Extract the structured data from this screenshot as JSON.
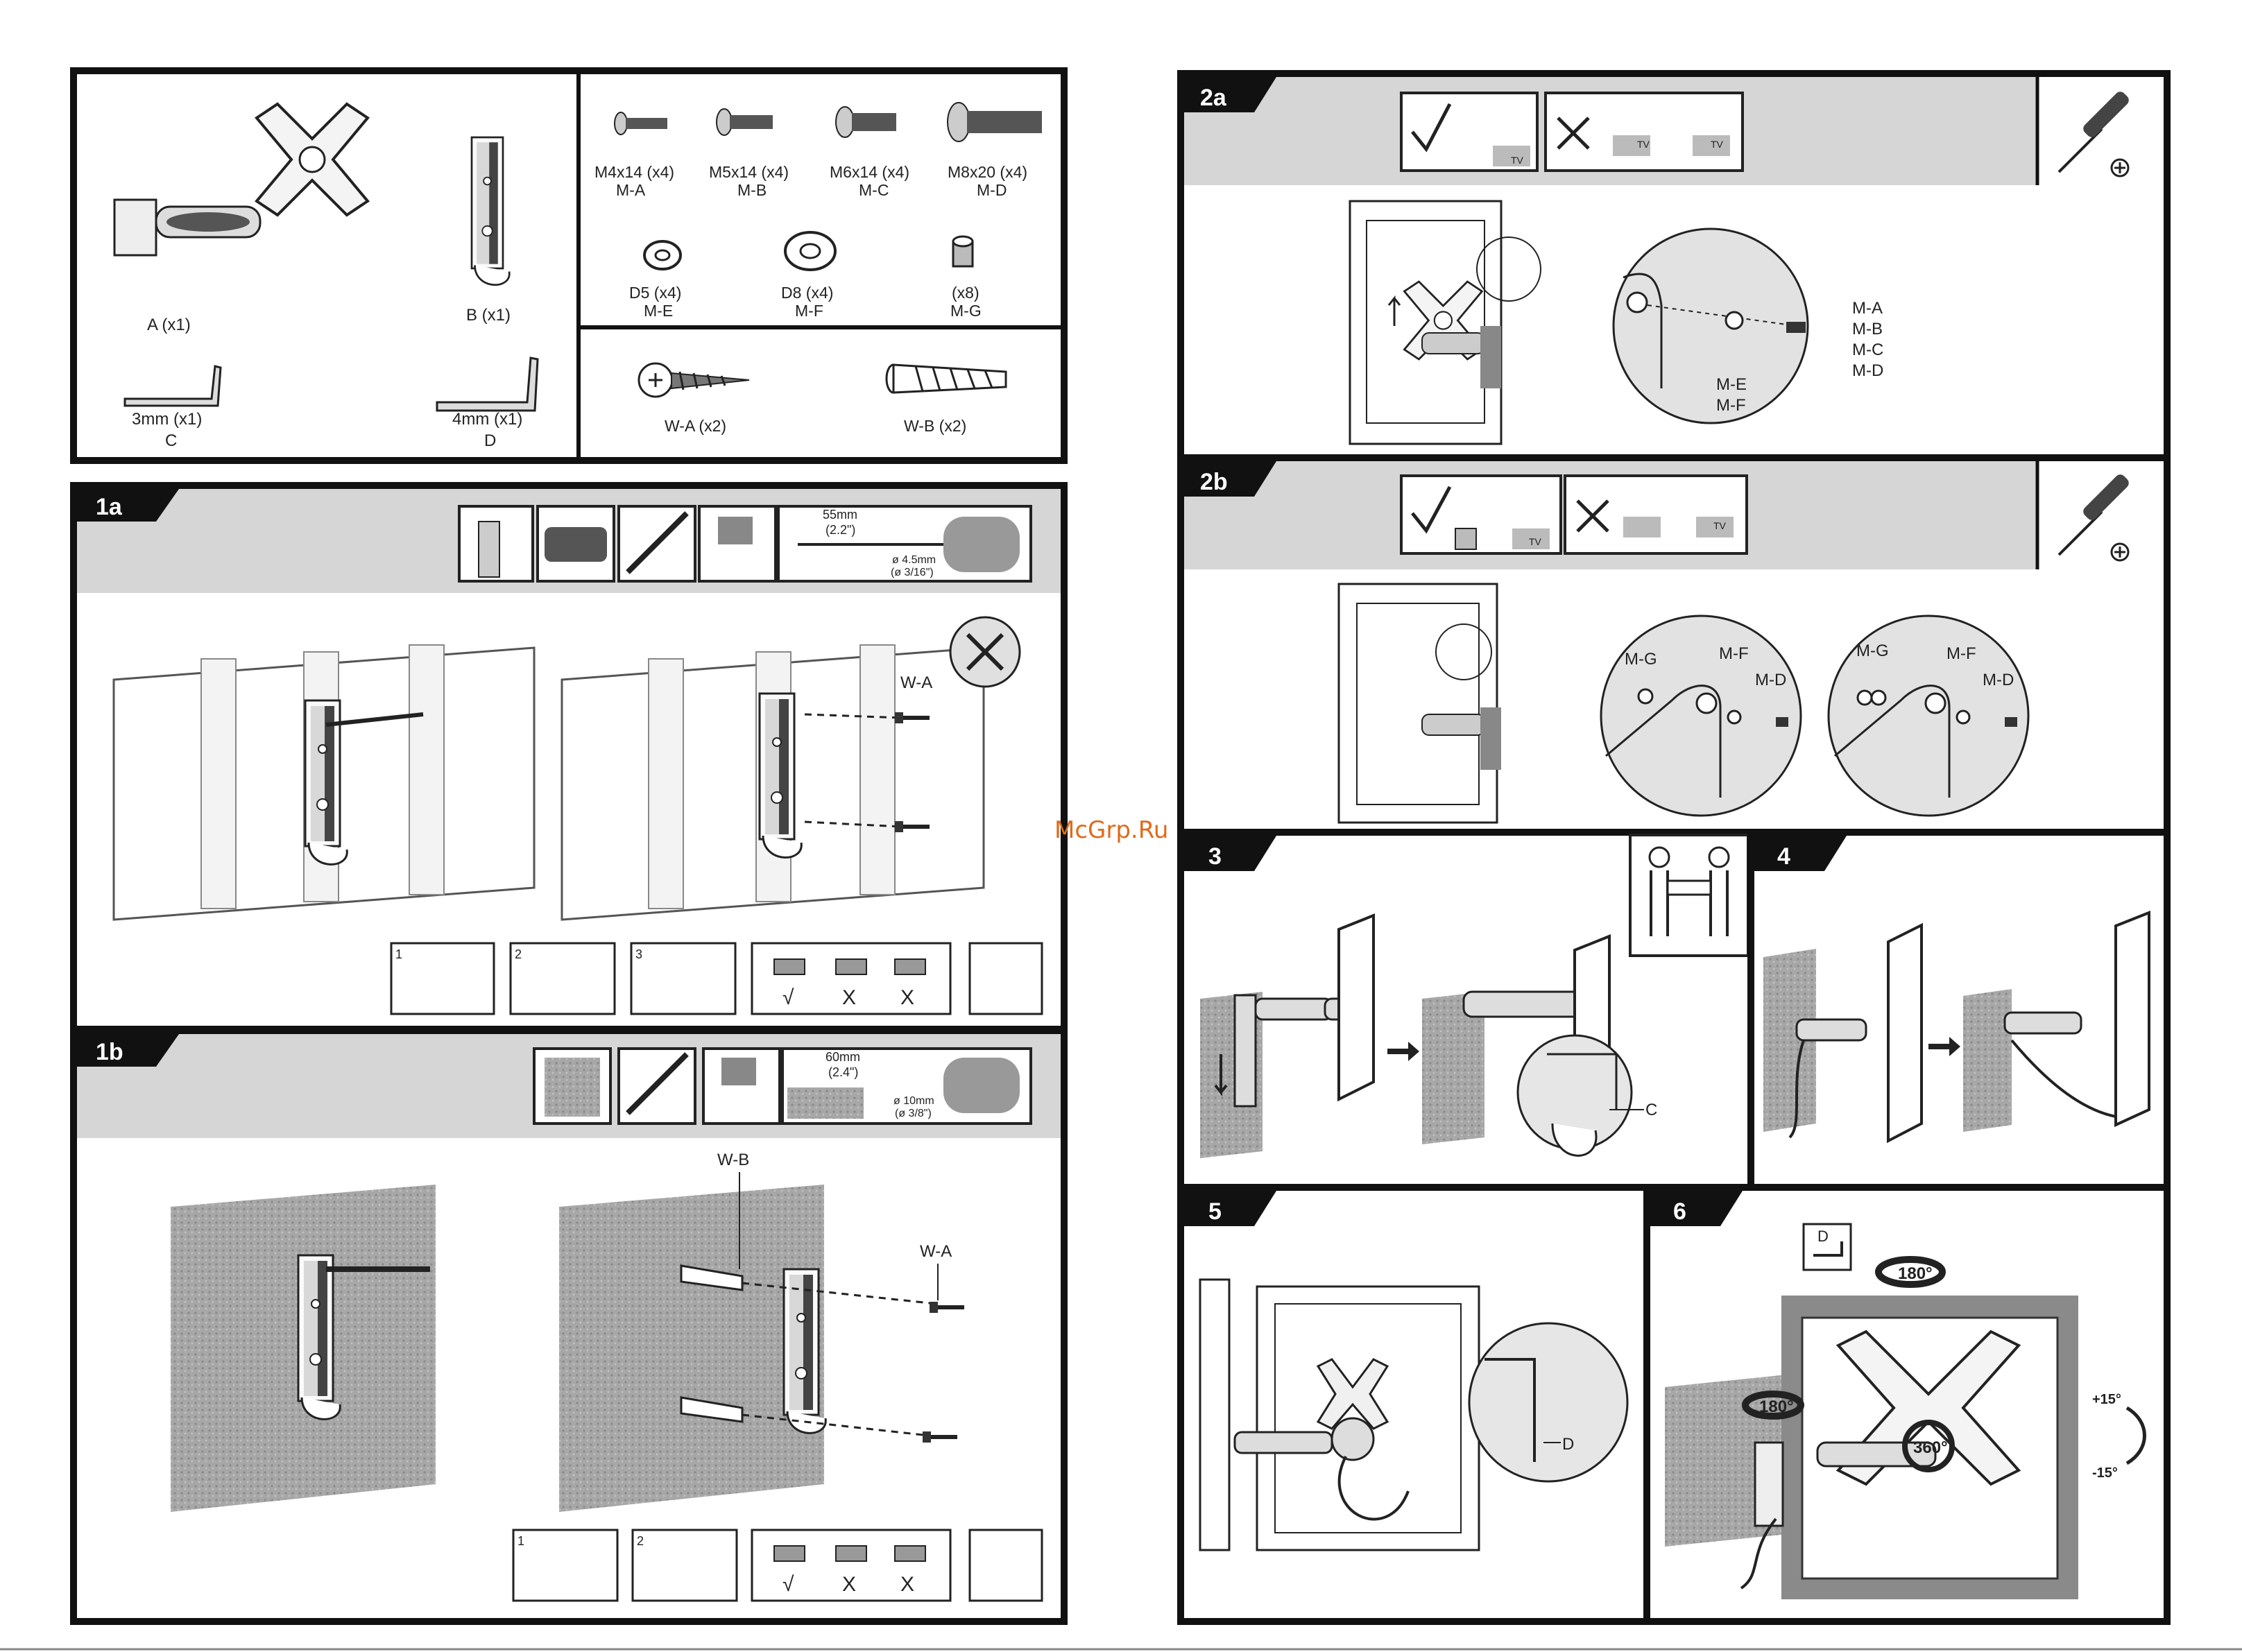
{
  "watermark": "McGrp.Ru",
  "parts": {
    "a": "A (x1)",
    "b": "B (x1)",
    "c1": "3mm (x1)",
    "c2": "C",
    "d1": "4mm (x1)",
    "d2": "D",
    "hardware": [
      {
        "size": "M4x14 (x4)",
        "code": "M-A"
      },
      {
        "size": "M5x14 (x4)",
        "code": "M-B"
      },
      {
        "size": "M6x14 (x4)",
        "code": "M-C"
      },
      {
        "size": "M8x20 (x4)",
        "code": "M-D"
      },
      {
        "size": "D5 (x4)",
        "code": "M-E"
      },
      {
        "size": "D8 (x4)",
        "code": "M-F"
      },
      {
        "size": "(x8)",
        "code": "M-G"
      }
    ],
    "wa": "W-A (x2)",
    "wb": "W-B (x2)"
  },
  "step1a": {
    "badge": "1a",
    "drill_depth": "55mm",
    "drill_depth_in": "(2.2\")",
    "drill_dia": "ø 4.5mm",
    "drill_dia_in": "(ø 3/16\")",
    "wa": "W-A",
    "sub": [
      "1",
      "2",
      "3"
    ],
    "check": "√",
    "cross": "X"
  },
  "step1b": {
    "badge": "1b",
    "drill_depth": "60mm",
    "drill_depth_in": "(2.4\")",
    "drill_dia": "ø 10mm",
    "drill_dia_in": "(ø 3/8\")",
    "wb": "W-B",
    "wa": "W-A",
    "sub": [
      "1",
      "2"
    ],
    "check": "√",
    "cross": "X"
  },
  "step2a": {
    "badge": "2a",
    "tv": "TV",
    "labels": [
      "M-A",
      "M-B",
      "M-C",
      "M-D"
    ],
    "washers": [
      "M-E",
      "M-F"
    ]
  },
  "step2b": {
    "badge": "2b",
    "tv": "TV",
    "mg": "M-G",
    "mf": "M-F",
    "md": "M-D"
  },
  "step3": {
    "badge": "3",
    "c": "C"
  },
  "step4": {
    "badge": "4"
  },
  "step5": {
    "badge": "5",
    "d": "D"
  },
  "step6": {
    "badge": "6",
    "d": "D",
    "tilt_up": "+15°",
    "tilt_down": "-15°",
    "rot": "360°",
    "swivel1": "180°",
    "swivel2": "180°"
  }
}
